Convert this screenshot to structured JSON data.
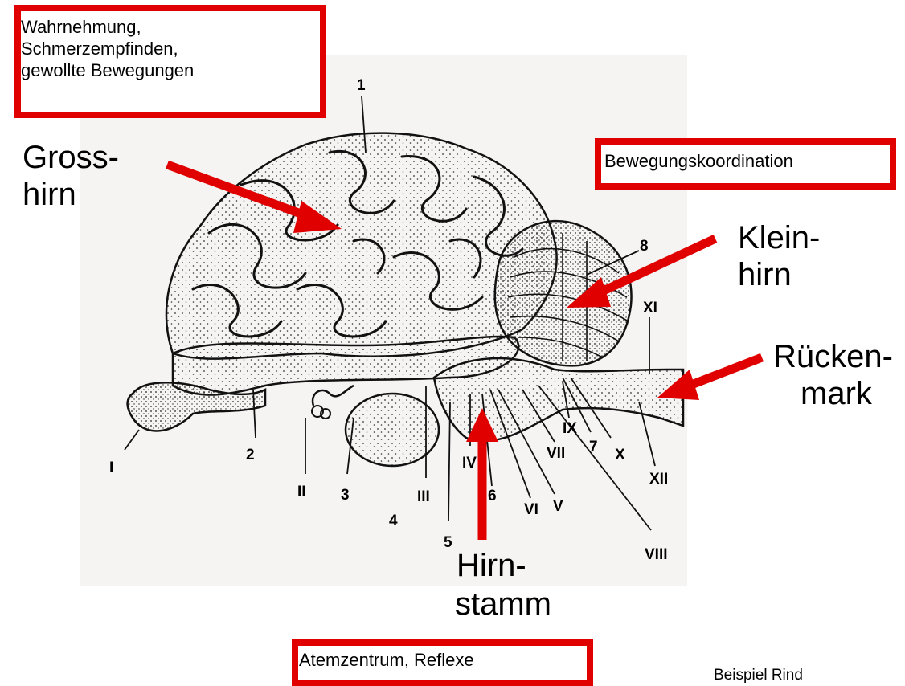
{
  "boxes": {
    "top_left": "Wahrnehmung,\nSchmerzempfinden,\ngewollte Bewegungen",
    "right": "Bewegungskoordination",
    "bottom": "Atemzentrum, Reflexe"
  },
  "regions": {
    "grosshirn_1": "Gross-",
    "grosshirn_2": "hirn",
    "kleinhirn_1": "Klein-",
    "kleinhirn_2": "hirn",
    "rueckenmark_1": "Rücken-",
    "rueckenmark_2": "mark",
    "hirnstamm_1": "Hirn-",
    "hirnstamm_2": "stamm"
  },
  "labels": {
    "n1": "1",
    "n2": "2",
    "n3": "3",
    "n4": "4",
    "n5": "5",
    "n6": "6",
    "n7": "7",
    "n8": "8",
    "rI": "I",
    "rII": "II",
    "rIII": "III",
    "rIV": "IV",
    "rV": "V",
    "rVI": "VI",
    "rVII": "VII",
    "rVIII": "VIII",
    "rIX": "IX",
    "rX": "X",
    "rXI": "XI",
    "rXII": "XII"
  },
  "caption": "Beispiel Rind",
  "colors": {
    "accent": "#e00000"
  }
}
